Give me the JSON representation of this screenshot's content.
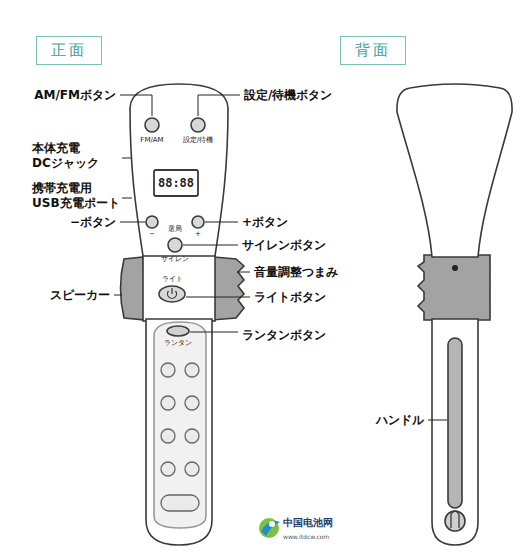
{
  "diagram": {
    "nodes": [
      {
        "text": [
          "正面"
        ]
      },
      {
        "text": [
          "背面"
        ]
      }
    ],
    "labels": [
      "AM/FMボタン",
      "設定/待機ボタン",
      "本体充電 DCジャック",
      "携帯充電用 USB充電ポート",
      "−ボタン",
      "+ボタン",
      "サイレンボタン",
      "音量調整つまみ",
      "スピーカー",
      "ライトボタン",
      "ランタンボタン",
      "ハンドル",
      "FM/AM",
      "設定/待機",
      "88:88",
      "選局",
      "−",
      "+",
      "サイレン",
      "ライト",
      "ランタン",
      "中国电池网",
      "www.itdcw.com"
    ]
  }
}
